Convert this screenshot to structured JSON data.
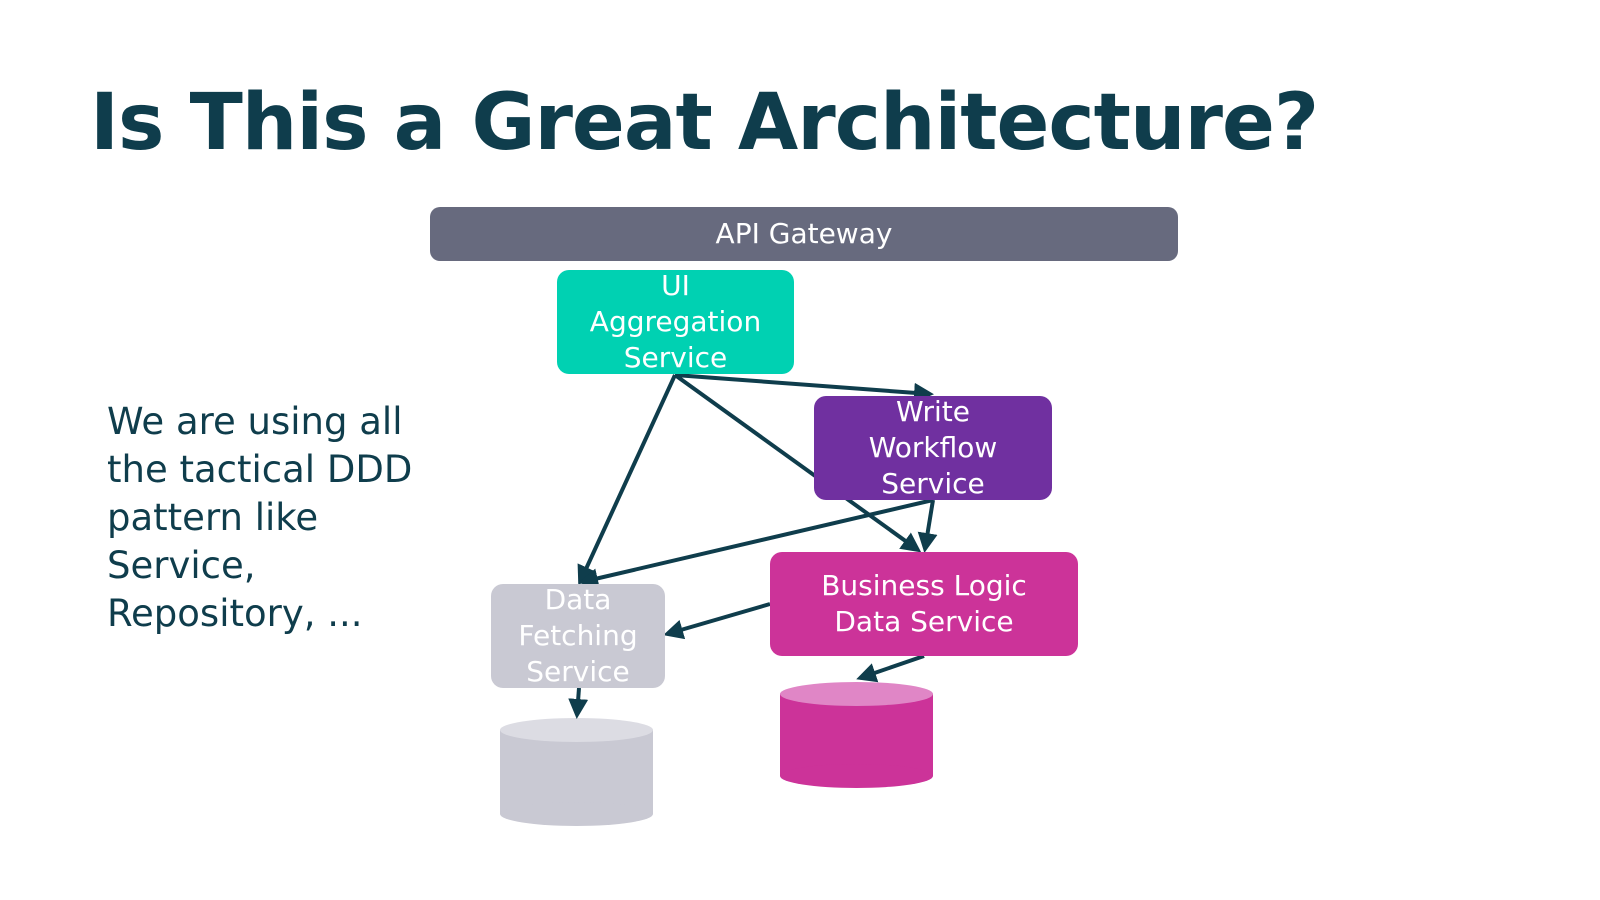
{
  "slide": {
    "title": "Is This a Great Architecture?",
    "body_text": "We are using all the tactical DDD pattern like Service, Repository, ..."
  },
  "diagram": {
    "nodes": {
      "api_gateway": "API Gateway",
      "ui_aggregation_service": "UI\nAggregation\nService",
      "write_workflow_service": "Write\nWorkflow\nService",
      "business_logic_data_service": "Business Logic\nData Service",
      "data_fetching_service": "Data\nFetching\nService"
    },
    "colors": {
      "gateway": "#676a7e",
      "ui_aggregation": "#00d1b2",
      "write_workflow": "#7030a0",
      "business_logic": "#cc3399",
      "data_fetching": "#c9c9d3",
      "arrow": "#0f3d4c",
      "text": "#0f3d4c"
    },
    "edges": [
      {
        "from": "UI Aggregation Service",
        "to": "Write Workflow Service"
      },
      {
        "from": "UI Aggregation Service",
        "to": "Business Logic Data Service"
      },
      {
        "from": "UI Aggregation Service",
        "to": "Data Fetching Service"
      },
      {
        "from": "Write Workflow Service",
        "to": "Business Logic Data Service"
      },
      {
        "from": "Write Workflow Service",
        "to": "Data Fetching Service"
      },
      {
        "from": "Business Logic Data Service",
        "to": "Data Fetching Service"
      },
      {
        "from": "Business Logic Data Service",
        "to": "Business Logic Database"
      },
      {
        "from": "Data Fetching Service",
        "to": "Data Fetching Database"
      }
    ]
  }
}
